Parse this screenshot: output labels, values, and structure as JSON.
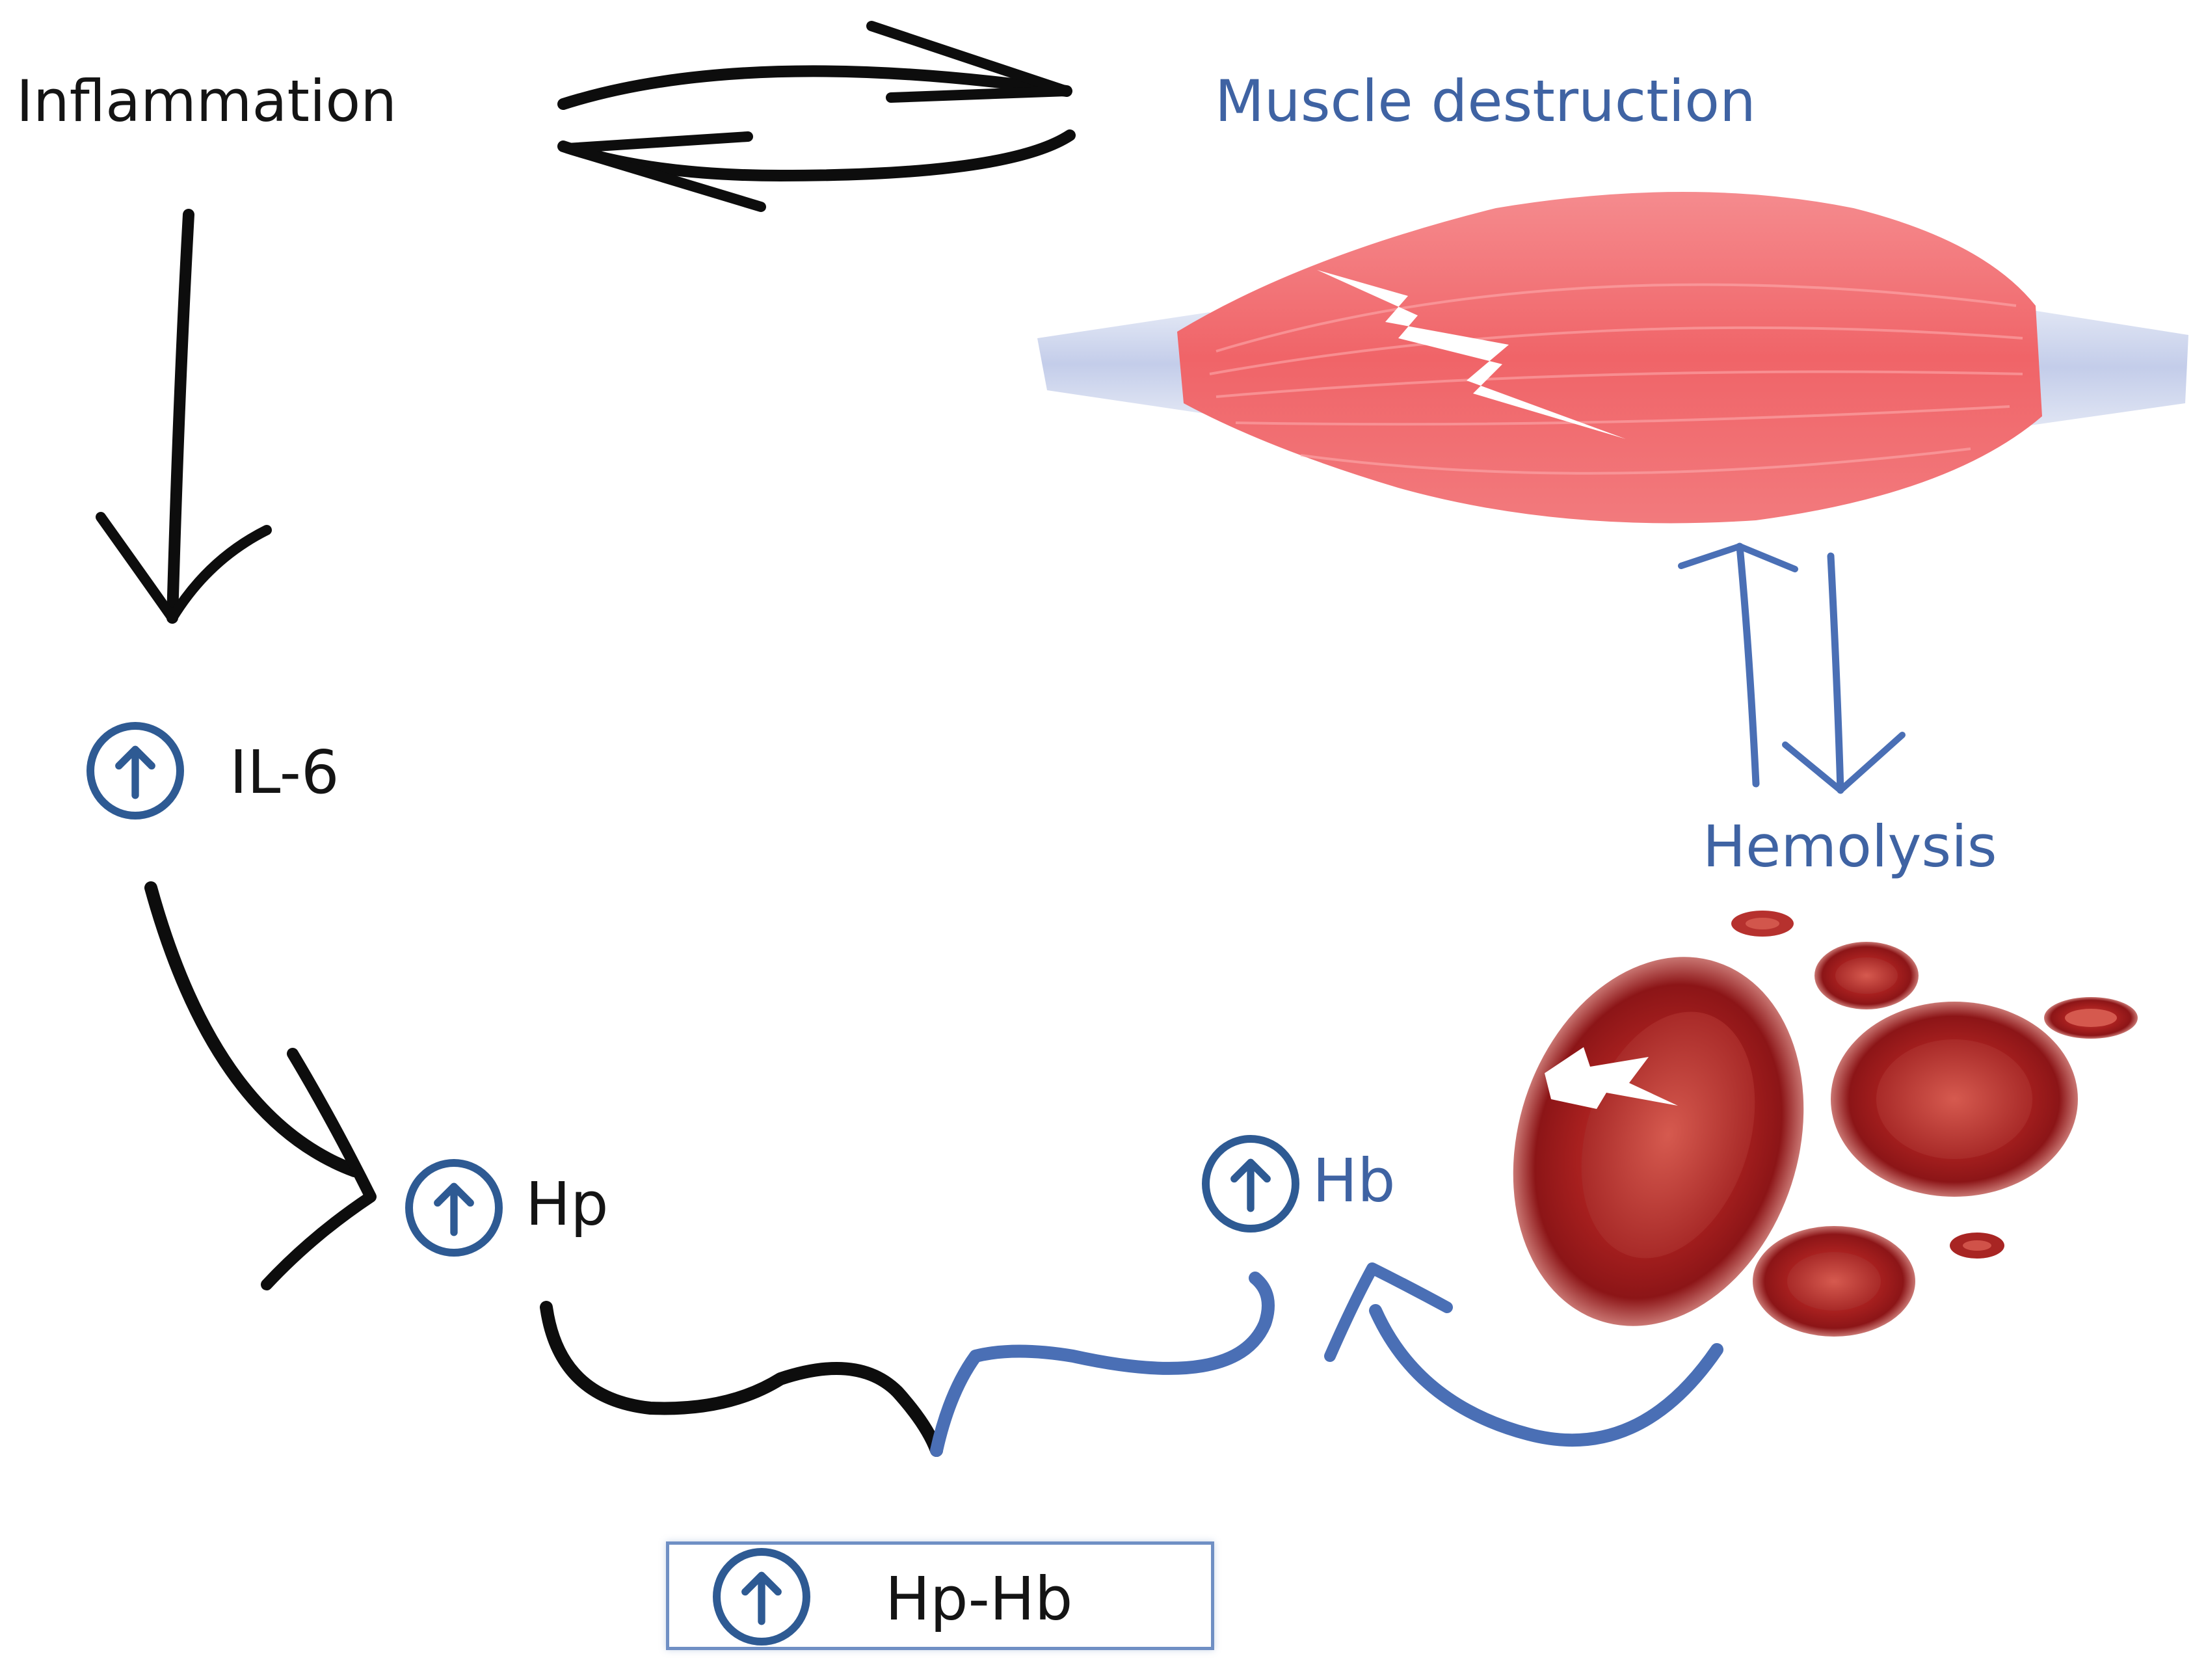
{
  "nodes": {
    "inflammation": {
      "label": "Inflammation"
    },
    "muscle_destruction": {
      "label": "Muscle destruction"
    },
    "il6": {
      "label": "IL-6",
      "indicator": "up-arrow-circle-icon"
    },
    "hp": {
      "label": "Hp",
      "indicator": "up-arrow-circle-icon"
    },
    "hb": {
      "label": "Hb",
      "indicator": "up-arrow-circle-icon"
    },
    "hemolysis": {
      "label": "Hemolysis"
    },
    "hp_hb": {
      "label": "Hp-Hb",
      "indicator": "up-arrow-circle-icon"
    }
  },
  "illustrations": [
    "torn-muscle-illustration",
    "ruptured-red-blood-cells-illustration"
  ],
  "colors": {
    "black_text": "#141414",
    "blue_text": "#3f63a3",
    "icon_blue": "#2e5a93",
    "arrow_blue": "#4a6fb5",
    "muscle_red": "#f26a6e",
    "blood_red": "#b0282a"
  }
}
